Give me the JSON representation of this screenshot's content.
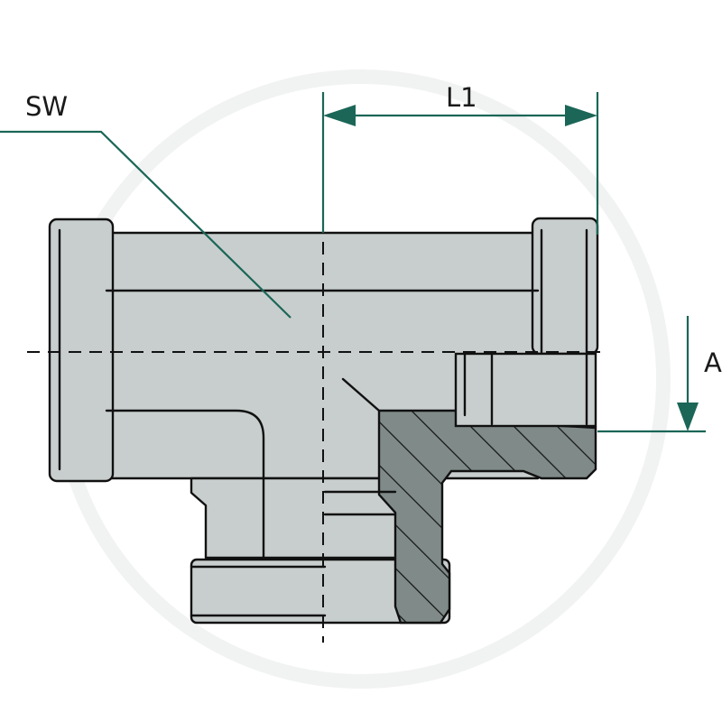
{
  "labels": {
    "wrench_size": "SW",
    "length": "L1",
    "offset": "A"
  },
  "colors": {
    "body_fill": "#c8cecd",
    "section_fill": "#7f8a89",
    "outline": "#111111",
    "dimension": "#1b6657",
    "watermark": "#f1f2f2",
    "background": "#ffffff"
  }
}
